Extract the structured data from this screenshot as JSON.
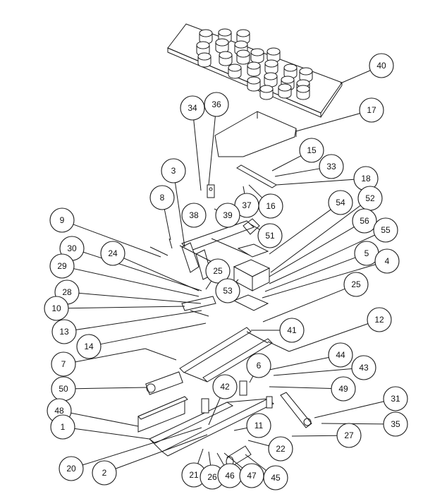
{
  "callouts": [
    {
      "num": "40"
    },
    {
      "num": "17"
    },
    {
      "num": "34"
    },
    {
      "num": "36"
    },
    {
      "num": "3"
    },
    {
      "num": "15"
    },
    {
      "num": "33"
    },
    {
      "num": "18"
    },
    {
      "num": "8"
    },
    {
      "num": "37"
    },
    {
      "num": "16"
    },
    {
      "num": "38"
    },
    {
      "num": "39"
    },
    {
      "num": "54"
    },
    {
      "num": "52"
    },
    {
      "num": "9"
    },
    {
      "num": "51"
    },
    {
      "num": "56"
    },
    {
      "num": "55"
    },
    {
      "num": "30"
    },
    {
      "num": "24"
    },
    {
      "num": "5"
    },
    {
      "num": "29"
    },
    {
      "num": "4"
    },
    {
      "num": "25"
    },
    {
      "num": "53"
    },
    {
      "num": "25"
    },
    {
      "num": "28"
    },
    {
      "num": "10"
    },
    {
      "num": "13"
    },
    {
      "num": "41"
    },
    {
      "num": "12"
    },
    {
      "num": "14"
    },
    {
      "num": "44"
    },
    {
      "num": "7"
    },
    {
      "num": "43"
    },
    {
      "num": "6"
    },
    {
      "num": "50"
    },
    {
      "num": "42"
    },
    {
      "num": "49"
    },
    {
      "num": "48"
    },
    {
      "num": "31"
    },
    {
      "num": "1"
    },
    {
      "num": "11"
    },
    {
      "num": "35"
    },
    {
      "num": "27"
    },
    {
      "num": "22"
    },
    {
      "num": "20"
    },
    {
      "num": "2"
    },
    {
      "num": "21"
    },
    {
      "num": "26"
    },
    {
      "num": "46"
    },
    {
      "num": "47"
    },
    {
      "num": "45"
    }
  ]
}
